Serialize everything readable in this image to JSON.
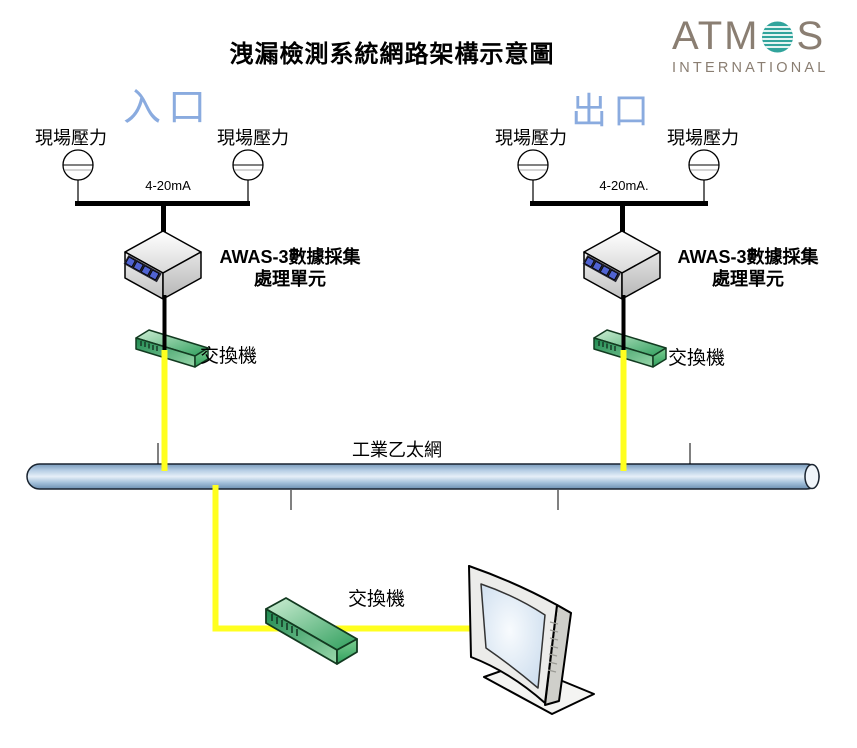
{
  "title": "洩漏檢測系統網路架構示意圖",
  "logo": {
    "atm": "ATM",
    "s": "S",
    "subtitle": "INTERNATIONAL"
  },
  "labels": {
    "inlet": "入口",
    "outlet": "出口",
    "field_pressure": "現場壓力",
    "signal_left": "4-20mA",
    "signal_right": "4-20mA.",
    "awas_line1": "AWAS-3數據採集",
    "awas_line2": "處理單元",
    "switch": "交換機",
    "industrial_ethernet": "工業乙太網"
  },
  "colors": {
    "section_label_blue": "#8aabdf",
    "logo_text": "#8a7e72",
    "logo_globe_teal": "#31a49c",
    "cable_yellow": "#ffff1f",
    "pipe_blue": "#a9c6e2",
    "switch_green": "#37a263"
  }
}
